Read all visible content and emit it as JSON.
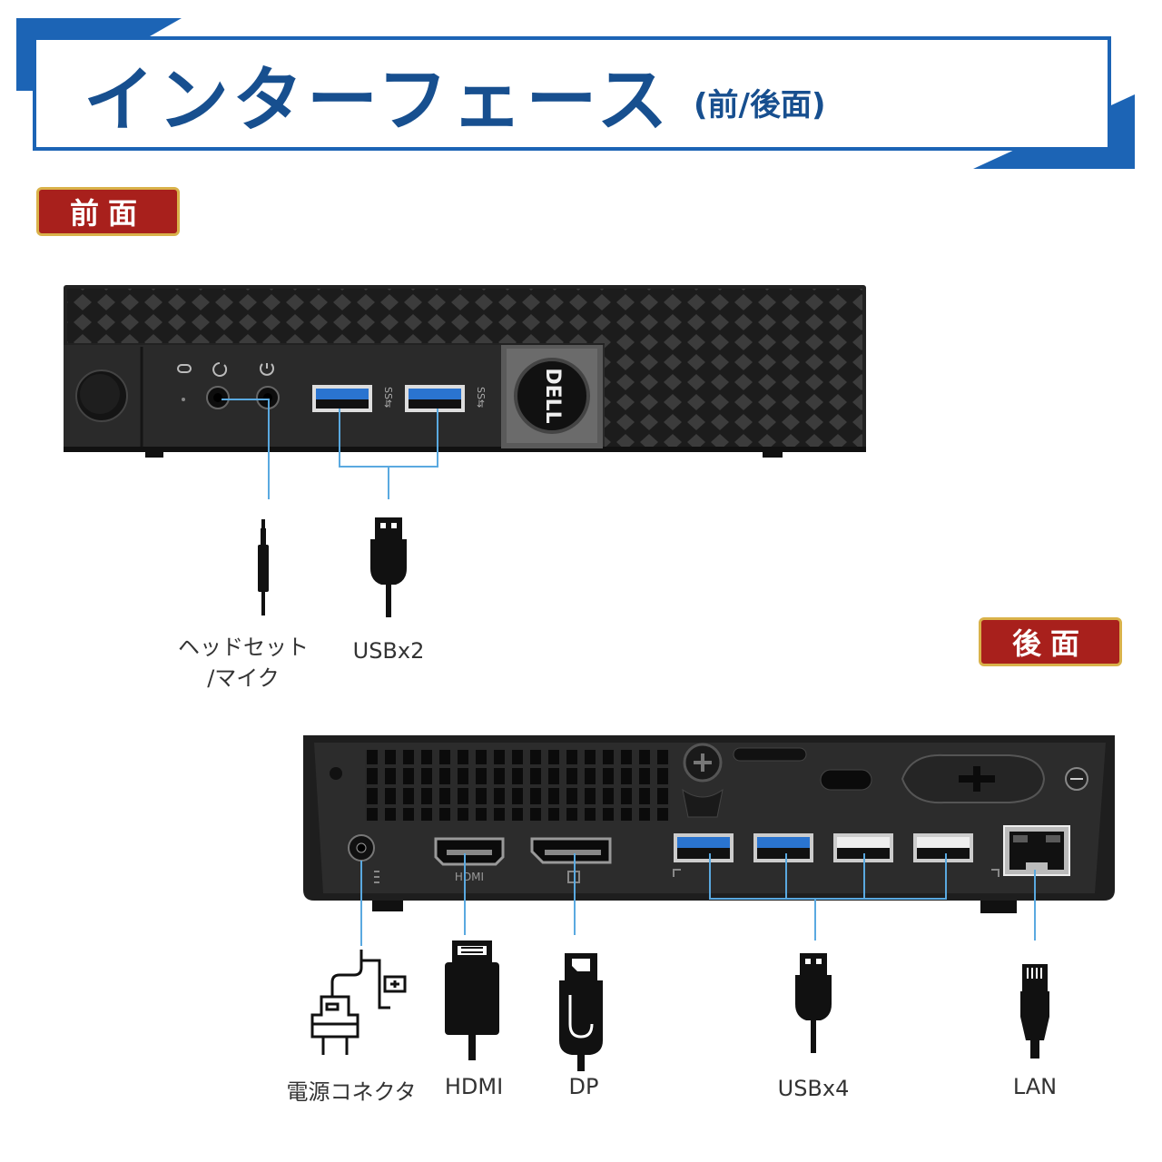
{
  "title": {
    "main": "インターフェース",
    "sub": "(前/後面)"
  },
  "front": {
    "section_label": "前面",
    "device": {
      "brand_logo_text": "DELL",
      "usb_port_marking": "SS⇆"
    },
    "ports": [
      {
        "id": "headset",
        "label_line1": "ヘッドセット",
        "label_line2": "/マイク",
        "icon": "audio-jack-icon"
      },
      {
        "id": "usb",
        "label": "USBx2",
        "icon": "usb-plug-icon"
      }
    ]
  },
  "rear": {
    "section_label": "後面",
    "device": {
      "hdmi_marking": "HDMI"
    },
    "ports": [
      {
        "id": "power",
        "label": "電源コネクタ",
        "icon": "power-plug-icon"
      },
      {
        "id": "hdmi",
        "label": "HDMI",
        "icon": "hdmi-plug-icon"
      },
      {
        "id": "dp",
        "label": "DP",
        "icon": "displayport-plug-icon"
      },
      {
        "id": "usb",
        "label": "USBx4",
        "icon": "usb-plug-icon"
      },
      {
        "id": "lan",
        "label": "LAN",
        "icon": "ethernet-plug-icon"
      }
    ]
  },
  "colors": {
    "banner_blue": "#1c64b5",
    "title_text": "#174f8f",
    "label_red": "#a8201c",
    "label_gold": "#d9b24a",
    "callout_line": "#5aa9e0",
    "usb3_blue": "#2a74d0"
  }
}
